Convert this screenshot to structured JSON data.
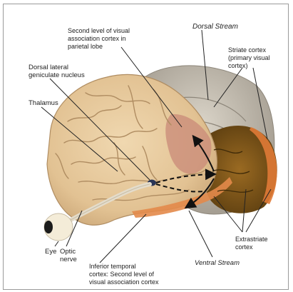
{
  "labels": {
    "second_level_parietal": "Second level of visual\nassociation cortex in\nparietal lobe",
    "dorsal_stream": "Dorsal Stream",
    "striate_cortex": "Striate cortex\n(primary visual\ncortex)",
    "dorsal_lateral_geniculate": "Dorsal lateral\ngeniculate nucleus",
    "thalamus": "Thalamus",
    "extrastriate_cortex": "Extrastriate\ncortex",
    "eye": "Eye",
    "optic_nerve": "Optic\nnerve",
    "inferior_temporal": "Inferior temporal\ncortex: Second level of\nvisual association cortex",
    "ventral_stream": "Ventral Stream"
  },
  "colors": {
    "brain": "#e6caa0",
    "brain_shadow": "#c9a576",
    "parietal_highlight": "#c98a78",
    "occipital": "#7a5418",
    "striate": "#e07a36",
    "temporal_strip": "#e38a4a",
    "eye_white": "#f4ecd8",
    "pupil": "#1c1c1c"
  }
}
